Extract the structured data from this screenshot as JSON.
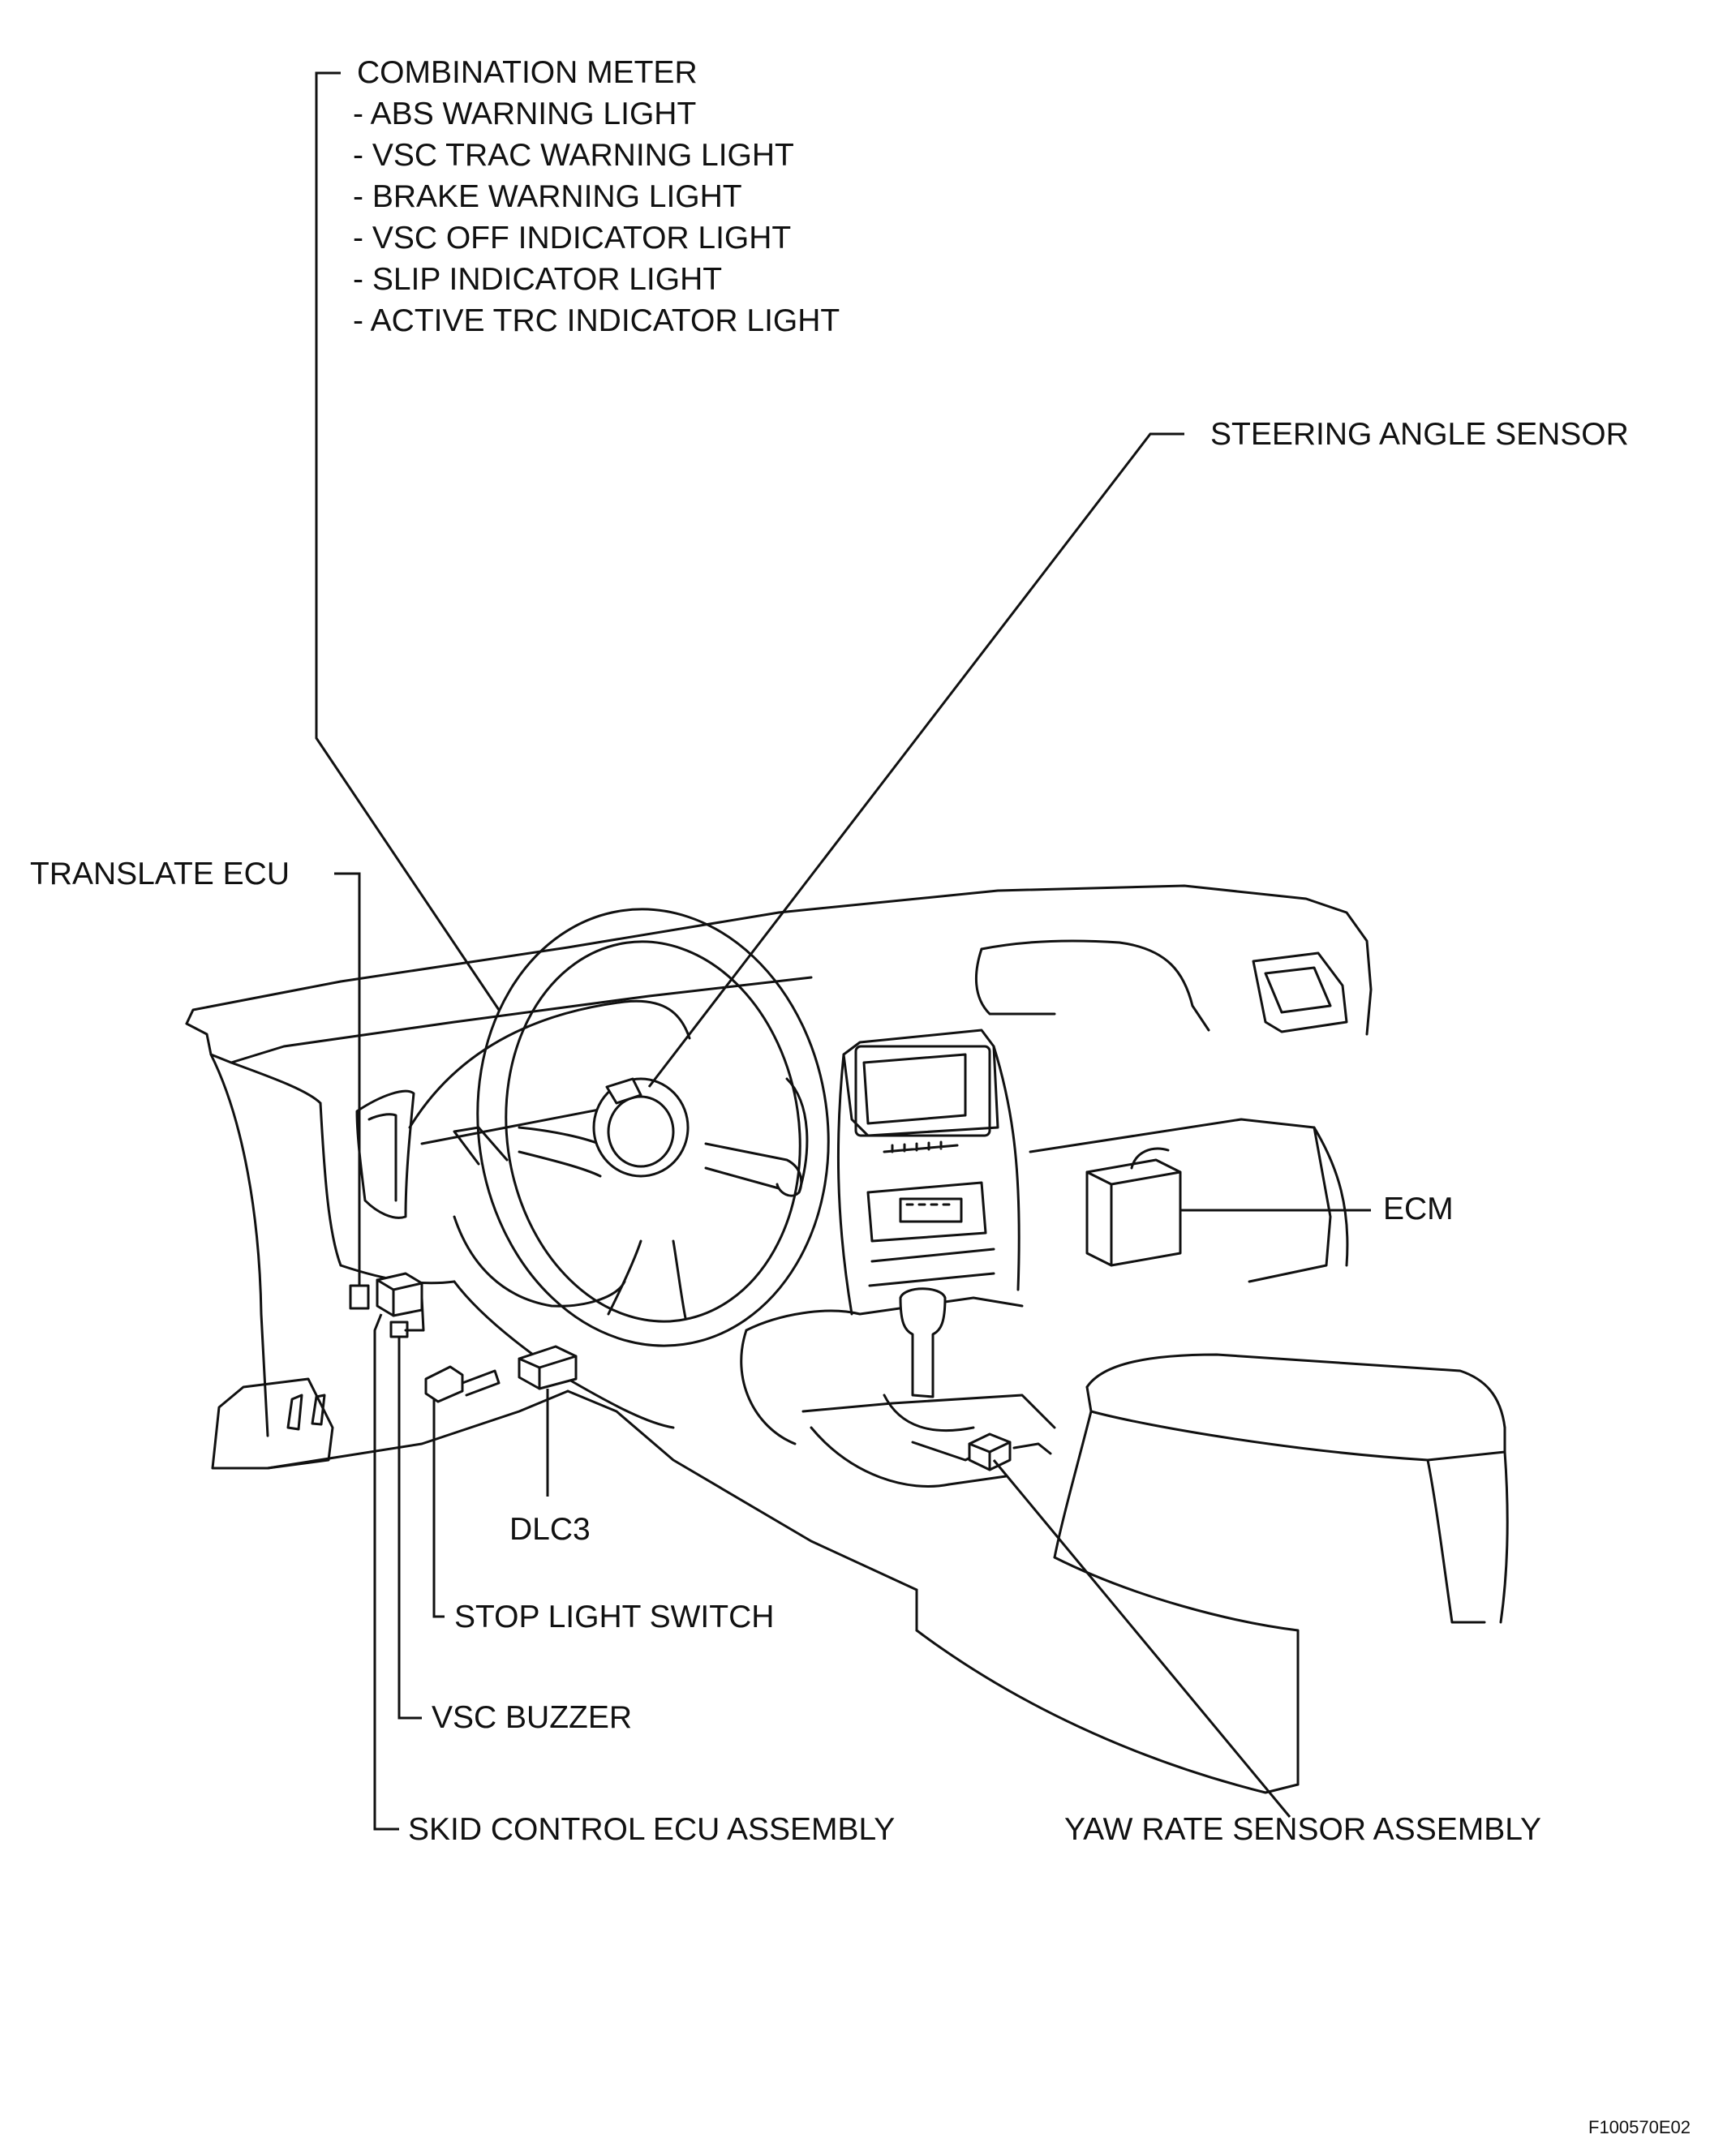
{
  "labels": {
    "combination_meter": {
      "title": "COMBINATION METER",
      "items": [
        "- ABS WARNING LIGHT",
        "- VSC TRAC WARNING LIGHT",
        "- BRAKE WARNING LIGHT",
        "- VSC OFF INDICATOR LIGHT",
        "- SLIP INDICATOR LIGHT",
        "- ACTIVE TRC INDICATOR LIGHT"
      ]
    },
    "steering_angle_sensor": "STEERING ANGLE SENSOR",
    "translate_ecu": "TRANSLATE ECU",
    "ecm": "ECM",
    "dlc3": "DLC3",
    "stop_light_switch": "STOP LIGHT SWITCH",
    "vsc_buzzer": "VSC BUZZER",
    "skid_control_ecu": "SKID CONTROL ECU ASSEMBLY",
    "yaw_rate_sensor": "YAW RATE SENSOR ASSEMBLY"
  },
  "figure_code": "F100570E02"
}
